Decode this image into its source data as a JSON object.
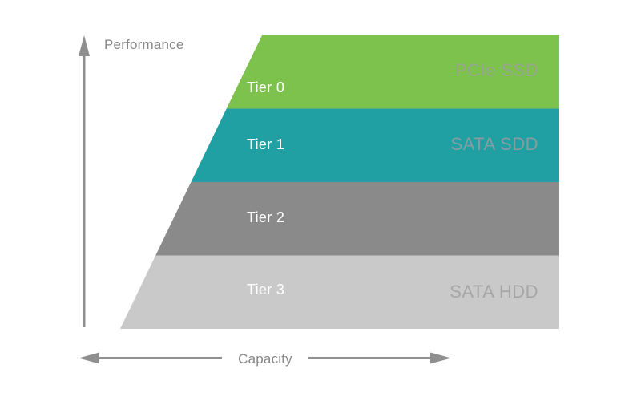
{
  "diagram": {
    "type": "storage-tier-pyramid",
    "y_axis": {
      "label": "Performance"
    },
    "x_axis": {
      "label": "Capacity"
    },
    "tiers": [
      {
        "name": "Tier 0",
        "media": "PCIe SSD",
        "color": "#7CC24D"
      },
      {
        "name": "Tier 1",
        "media": "SATA SDD",
        "color": "#21A0A4"
      },
      {
        "name": "Tier 2",
        "media": "",
        "color": "#8A8A8A"
      },
      {
        "name": "Tier 3",
        "media": "SATA HDD",
        "color": "#C9C9C9"
      }
    ],
    "colors": {
      "arrow": "#8F8F8F",
      "axis_text": "#878787",
      "tier_label_text": "#FFFFFF",
      "media_label_text": "rgba(158,158,158,0.8)"
    }
  }
}
